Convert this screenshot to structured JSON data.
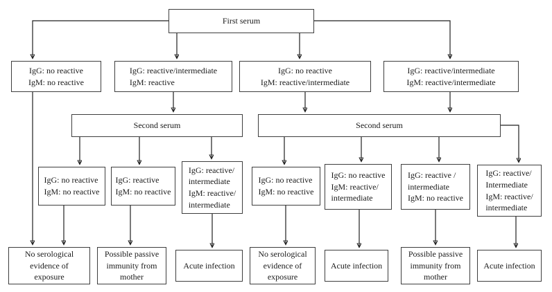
{
  "flowchart": {
    "level1": {
      "first_serum": "First serum"
    },
    "level2": {
      "box1": "IgG: no reactive\nIgM: no reactive",
      "box2": "IgG: reactive/intermediate\nIgM: reactive",
      "box3": "IgG: no reactive\nIgM: reactive/intermediate",
      "box4": "IgG: reactive/intermediate\nIgM: reactive/intermediate"
    },
    "level3": {
      "second_serum_left": "Second serum",
      "second_serum_right": "Second serum"
    },
    "level4": {
      "left_box1": "IgG: no reactive\nIgM: no reactive",
      "left_box2": "IgG: reactive\nIgM: no reactive",
      "left_box3": "IgG: reactive/\nintermediate\nIgM: reactive/\nintermediate",
      "right_box1": "IgG: no reactive\nIgM: no reactive",
      "right_box2": "IgG: no reactive\nIgM: reactive/\nintermediate",
      "right_box3": "IgG: reactive /\nintermediate\nIgM: no reactive",
      "right_box4": "IgG: reactive/\nIntermediate\nIgM: reactive/\nintermediate"
    },
    "outcomes": {
      "outcome1": "No serological\nevidence of\nexposure",
      "outcome2": "Possible passive\nimmunity from\nmother",
      "outcome3": "Acute infection",
      "outcome4": "No serological\nevidence of\nexposure",
      "outcome5": "Acute infection",
      "outcome6": "Possible passive\nimmunity from\nmother",
      "outcome7": "Acute infection"
    },
    "colors": {
      "line": "#1f1f1f",
      "box_border": "#3d3d3d",
      "background": "#ffffff",
      "text": "#1a1a1a"
    }
  }
}
